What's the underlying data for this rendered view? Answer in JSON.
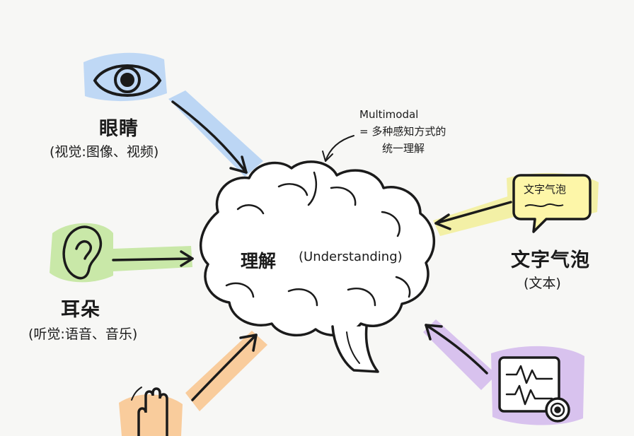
{
  "center": {
    "title": "理解",
    "subtitle": "(Understanding)"
  },
  "note": {
    "line1": "Multimodal",
    "line2": "= 多种感知方式的",
    "line3": "统一理解"
  },
  "nodes": {
    "eye": {
      "title": "眼睛",
      "subtitle": "(视觉:图像、视频)"
    },
    "ear": {
      "title": "耳朵",
      "subtitle": "(听觉:语音、音乐)"
    },
    "text": {
      "bubble": "文字气泡",
      "title": "文字气泡",
      "subtitle": "(文本)"
    }
  },
  "colors": {
    "eye_highlight": "#bcd6f4",
    "ear_highlight": "#c9e8a8",
    "text_highlight": "#f3f0a6",
    "hand_highlight": "#f9cc9c",
    "signal_highlight": "#d8c2ee",
    "ink": "#1b1b1b"
  },
  "icons": [
    "eye-icon",
    "ear-icon",
    "speech-bubble-icon",
    "hand-icon",
    "signal-monitor-icon",
    "brain-icon"
  ]
}
